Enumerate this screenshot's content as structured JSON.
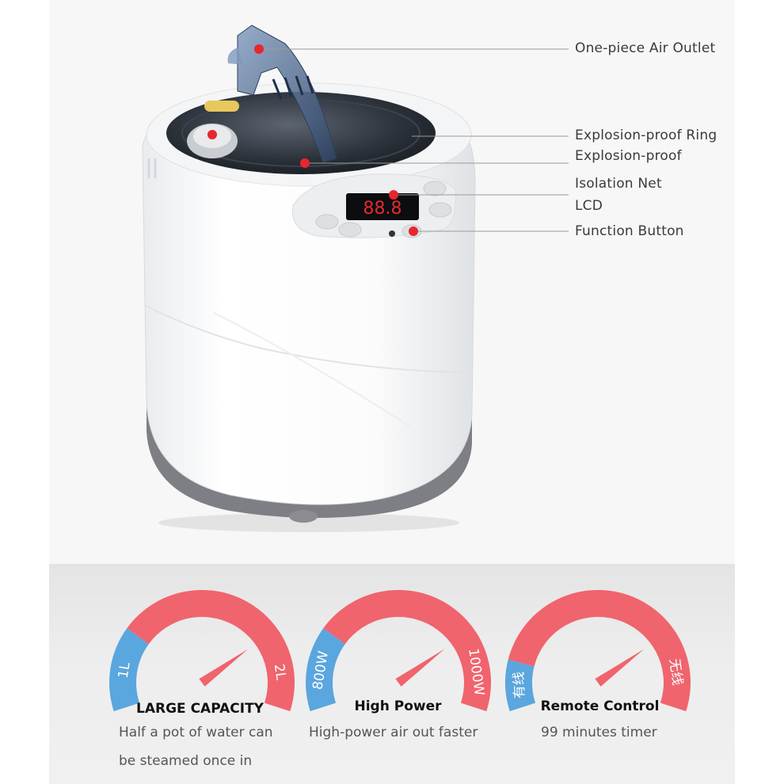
{
  "callouts": [
    {
      "label": "One-piece Air Outlet"
    },
    {
      "label": "Explosion-proof Ring"
    },
    {
      "label": "Explosion-proof"
    },
    {
      "label": "Isolation Net"
    },
    {
      "label": "LCD"
    },
    {
      "label": "Function Button"
    }
  ],
  "features": [
    {
      "title": "LARGE CAPACITY",
      "line1": "Half a pot of water can",
      "line2": "be steamed once in",
      "gauge_left": "1L",
      "gauge_right": "2L",
      "blue_fraction": 0.25
    },
    {
      "title": "High Power",
      "line1": "High-power air out faster",
      "gauge_left": "800W",
      "gauge_right": "1000W",
      "blue_fraction": 0.25
    },
    {
      "title": "Remote Control",
      "line1": "99 minutes timer",
      "gauge_left": "有线",
      "gauge_right": "无线",
      "blue_fraction": 0.15
    }
  ],
  "panel": {
    "display": "88.8"
  },
  "colors": {
    "gauge_red": "#f0646e",
    "gauge_blue": "#5aa6de",
    "marker_red": "#e8262e",
    "needle": "#f0646e"
  }
}
